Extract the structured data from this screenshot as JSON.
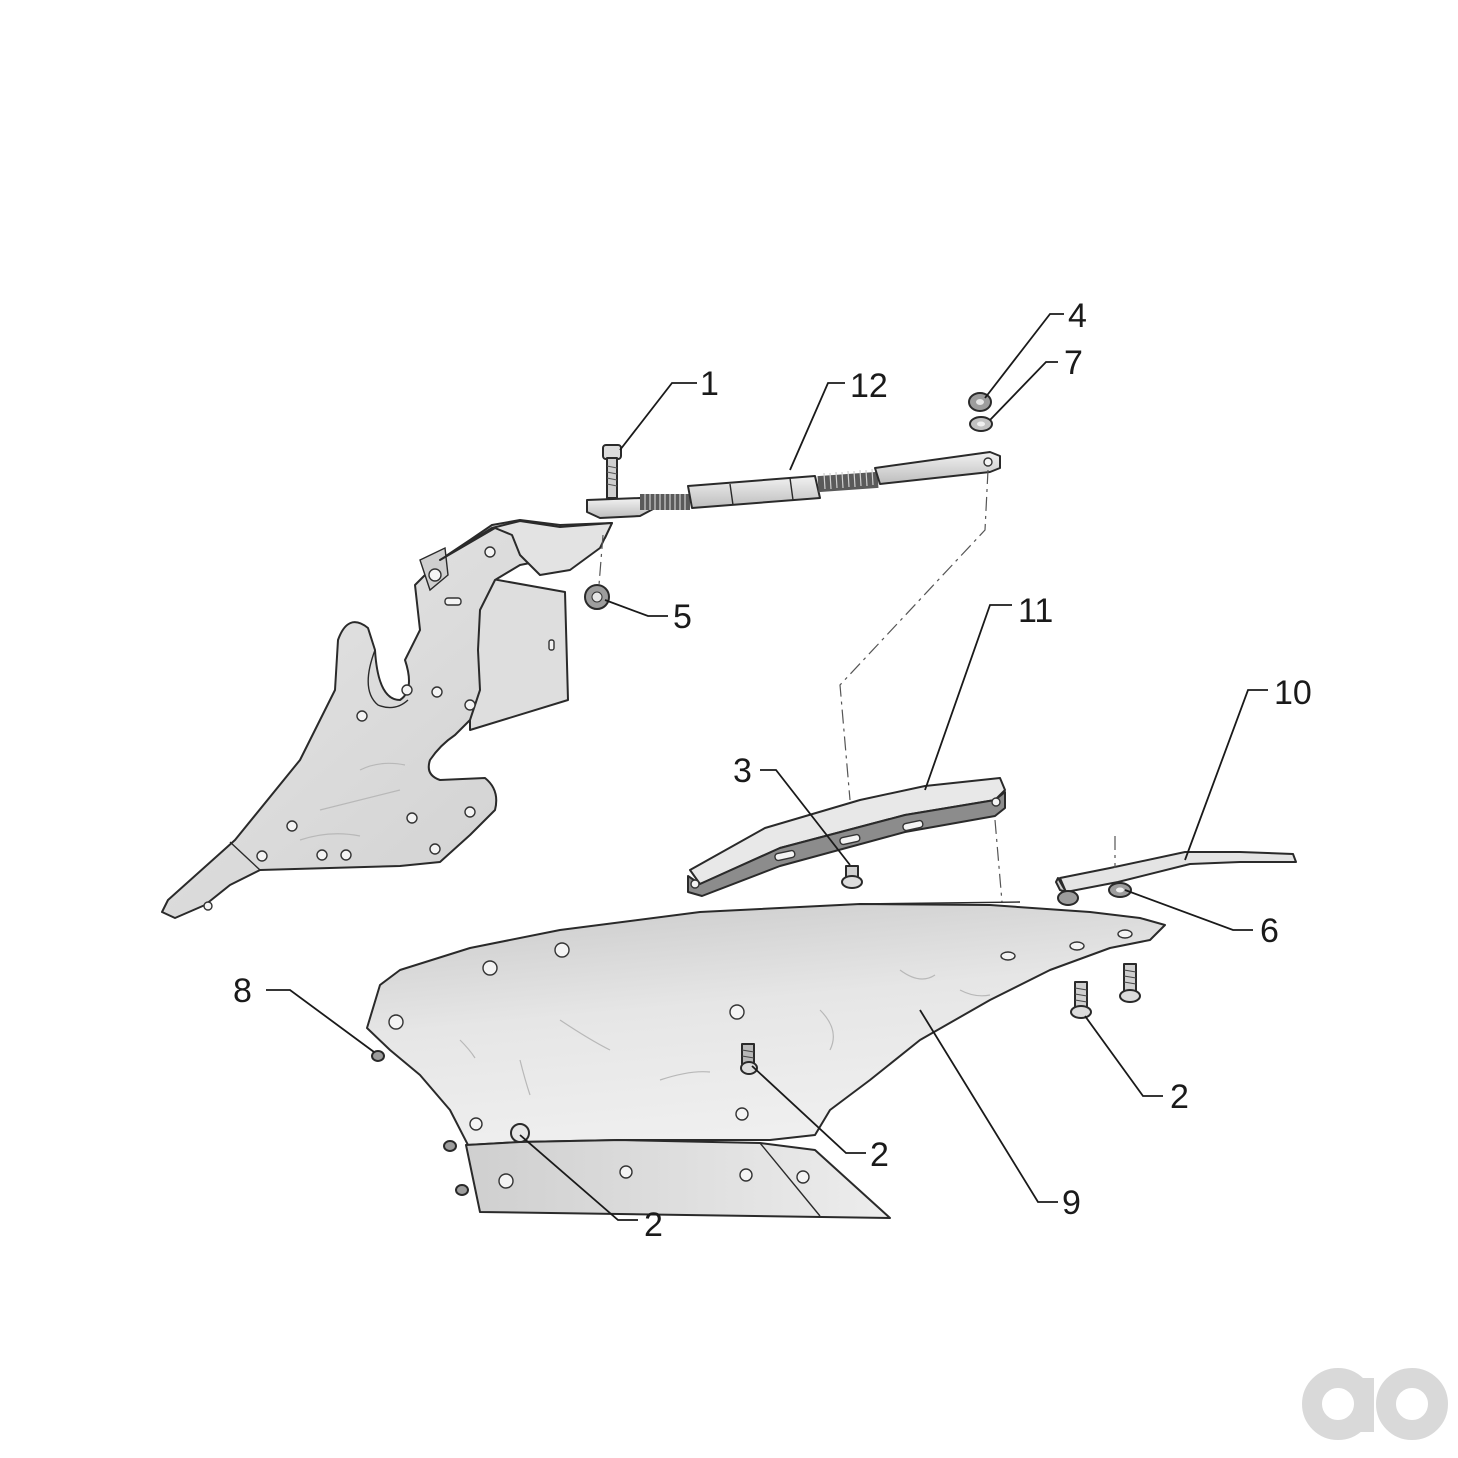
{
  "callouts": {
    "c1": "1",
    "c12": "12",
    "c4": "4",
    "c7": "7",
    "c5": "5",
    "c11": "11",
    "c10": "10",
    "c3": "3",
    "c6": "6",
    "c8": "8",
    "c2a": "2",
    "c2b": "2",
    "c2c": "2",
    "c9": "9"
  },
  "watermark": {
    "icon": "ao-logo-icon",
    "color": "#d9d9d9"
  },
  "colors": {
    "part_fill_light": "#ececec",
    "part_fill_mid": "#d6d6d6",
    "part_fill_dark": "#9a9a9a",
    "line": "#2a2a2a"
  }
}
